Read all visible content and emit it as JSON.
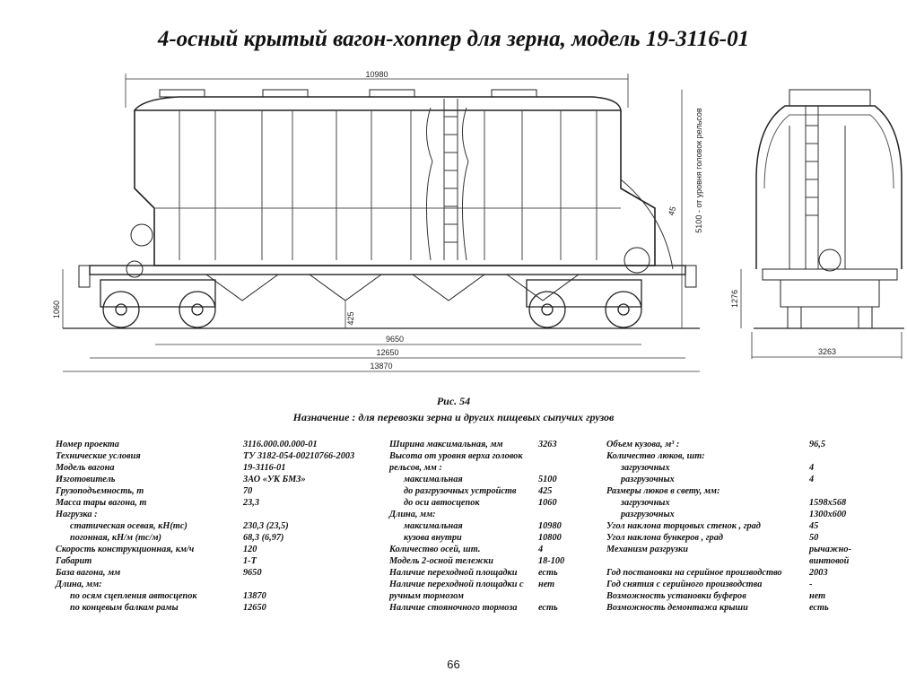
{
  "title": "4-осный крытый вагон-хоппер для зерна, модель 19-3116-01",
  "drawing": {
    "dim_length_body": "10980",
    "dim_base": "9650",
    "dim_frame": "12650",
    "dim_coupler": "13870",
    "dim_height_left": "1060",
    "dim_425": "425",
    "dim_height_right": "5100 - от уровня головок рельсов",
    "dim_angle": "45",
    "dim_width": "3263",
    "dim_1276": "1276"
  },
  "figure": {
    "label": "Рис. 54",
    "purpose": "Назначение : для перевозки зерна и других пищевых сыпучих грузов"
  },
  "specs": {
    "col1": [
      {
        "label": "Номер проекта",
        "value": "3116.000.00.000-01",
        "indent": 0
      },
      {
        "label": "Технические условия",
        "value": "ТУ 3182-054-00210766-2003",
        "indent": 0
      },
      {
        "label": "Модель вагона",
        "value": "19-3116-01",
        "indent": 0
      },
      {
        "label": "Изготовитель",
        "value": "ЗАО «УК БМЗ»",
        "indent": 0
      },
      {
        "label": "Грузоподъемность, т",
        "value": "70",
        "indent": 0
      },
      {
        "label": "Масса тары вагона, т",
        "value": "23,3",
        "indent": 0
      },
      {
        "label": "Нагрузка :",
        "value": "",
        "indent": 0
      },
      {
        "label": "статическая осевая, кН(тс)",
        "value": "230,3 (23,5)",
        "indent": 1
      },
      {
        "label": "погонная, кН/м (тс/м)",
        "value": "68,3 (6,97)",
        "indent": 1
      },
      {
        "label": "Скорость конструкционная, км/ч",
        "value": "120",
        "indent": 0
      },
      {
        "label": "Габарит",
        "value": "1-Т",
        "indent": 0
      },
      {
        "label": "База вагона, мм",
        "value": "9650",
        "indent": 0
      },
      {
        "label": "Длина, мм:",
        "value": "",
        "indent": 0
      },
      {
        "label": "по осям сцепления автосцепок",
        "value": "13870",
        "indent": 1
      },
      {
        "label": "по концевым балкам рамы",
        "value": "12650",
        "indent": 1
      }
    ],
    "col2": [
      {
        "label": "Ширина максимальная, мм",
        "value": "3263",
        "indent": 0
      },
      {
        "label": "Высота от уровня верха головок",
        "value": "",
        "indent": 0
      },
      {
        "label": "рельсов, мм :",
        "value": "",
        "indent": 0
      },
      {
        "label": "максимальная",
        "value": "5100",
        "indent": 1
      },
      {
        "label": "до разгрузочных устройств",
        "value": "425",
        "indent": 1
      },
      {
        "label": "до оси автосцепок",
        "value": "1060",
        "indent": 1
      },
      {
        "label": "Длина, мм:",
        "value": "",
        "indent": 0
      },
      {
        "label": "максимальная",
        "value": "10980",
        "indent": 1
      },
      {
        "label": "кузова внутри",
        "value": "10800",
        "indent": 1
      },
      {
        "label": "Количество осей, шт.",
        "value": "4",
        "indent": 0
      },
      {
        "label": "Модель 2-осной тележки",
        "value": "18-100",
        "indent": 0
      },
      {
        "label": "Наличие переходной площадки",
        "value": "есть",
        "indent": 0
      },
      {
        "label": "Наличие переходной площадки с",
        "value": "нет",
        "indent": 0
      },
      {
        "label": "ручным тормозом",
        "value": "",
        "indent": 0
      },
      {
        "label": "Наличие стояночного тормоза",
        "value": "есть",
        "indent": 0
      }
    ],
    "col3": [
      {
        "label": "Объем кузова, м³ :",
        "value": "96,5",
        "indent": 0
      },
      {
        "label": "Количество люков, шт:",
        "value": "",
        "indent": 0
      },
      {
        "label": "загрузочных",
        "value": "4",
        "indent": 1
      },
      {
        "label": "разгрузочных",
        "value": "4",
        "indent": 1
      },
      {
        "label": "Размеры люков в свету, мм:",
        "value": "",
        "indent": 0
      },
      {
        "label": "загрузочных",
        "value": "1598х568",
        "indent": 1
      },
      {
        "label": "разгрузочных",
        "value": "1300х600",
        "indent": 1
      },
      {
        "label": "Угол наклона торцовых стенок , град",
        "value": "45",
        "indent": 0
      },
      {
        "label": "Угол наклона бункеров , град",
        "value": "50",
        "indent": 0
      },
      {
        "label": "Механизм разгрузки",
        "value": "рычажно-",
        "indent": 0
      },
      {
        "label": "",
        "value": "винтовой",
        "indent": 0
      },
      {
        "label": "Год постановки на серийное производство",
        "value": "2003",
        "indent": 0
      },
      {
        "label": "Год снятия с серийного производства",
        "value": "-",
        "indent": 0
      },
      {
        "label": "Возможность установки буферов",
        "value": "нет",
        "indent": 0
      },
      {
        "label": "Возможность демонтажа крыши",
        "value": "есть",
        "indent": 0
      }
    ]
  },
  "page_number": "66"
}
